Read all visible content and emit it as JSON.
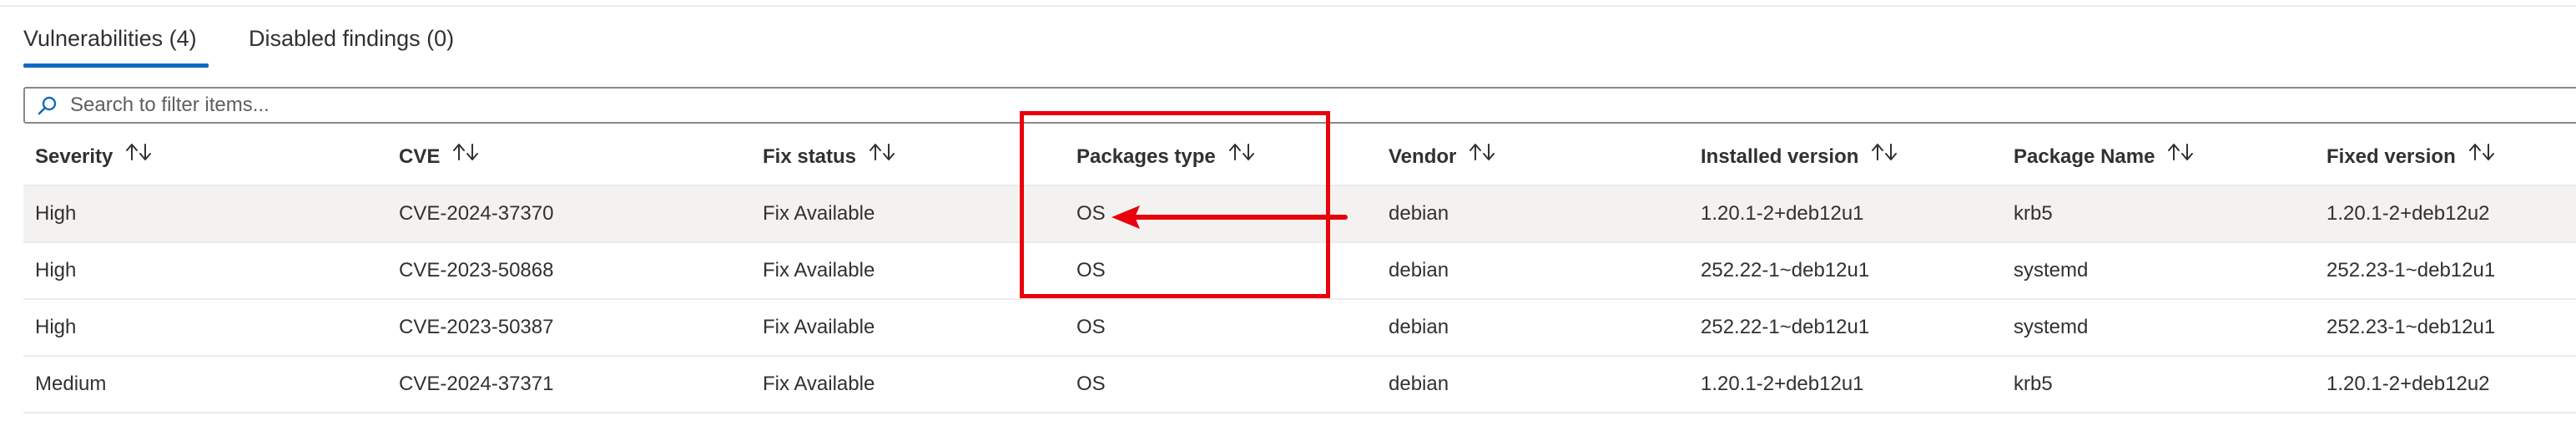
{
  "tabs": [
    {
      "label": "Vulnerabilities (4)",
      "active": true
    },
    {
      "label": "Disabled findings (0)",
      "active": false
    }
  ],
  "search": {
    "placeholder": "Search to filter items...",
    "value": ""
  },
  "table": {
    "columns": [
      "Severity",
      "CVE",
      "Fix status",
      "Packages type",
      "Vendor",
      "Installed version",
      "Package Name",
      "Fixed version"
    ],
    "rows": [
      [
        "High",
        "CVE-2024-37370",
        "Fix Available",
        "OS",
        "debian",
        "1.20.1-2+deb12u1",
        "krb5",
        "1.20.1-2+deb12u2"
      ],
      [
        "High",
        "CVE-2023-50868",
        "Fix Available",
        "OS",
        "debian",
        "252.22-1~deb12u1",
        "systemd",
        "252.23-1~deb12u1"
      ],
      [
        "High",
        "CVE-2023-50387",
        "Fix Available",
        "OS",
        "debian",
        "252.22-1~deb12u1",
        "systemd",
        "252.23-1~deb12u1"
      ],
      [
        "Medium",
        "CVE-2024-37371",
        "Fix Available",
        "OS",
        "debian",
        "1.20.1-2+deb12u1",
        "krb5",
        "1.20.1-2+deb12u2"
      ]
    ]
  },
  "colors": {
    "accent": "#0f6cbd",
    "annotation": "#e8000b",
    "row_highlight": "#f3f2f1",
    "border": "#edebe9"
  },
  "icons": {
    "search": "search-icon",
    "sort": "sort-arrows-icon"
  }
}
